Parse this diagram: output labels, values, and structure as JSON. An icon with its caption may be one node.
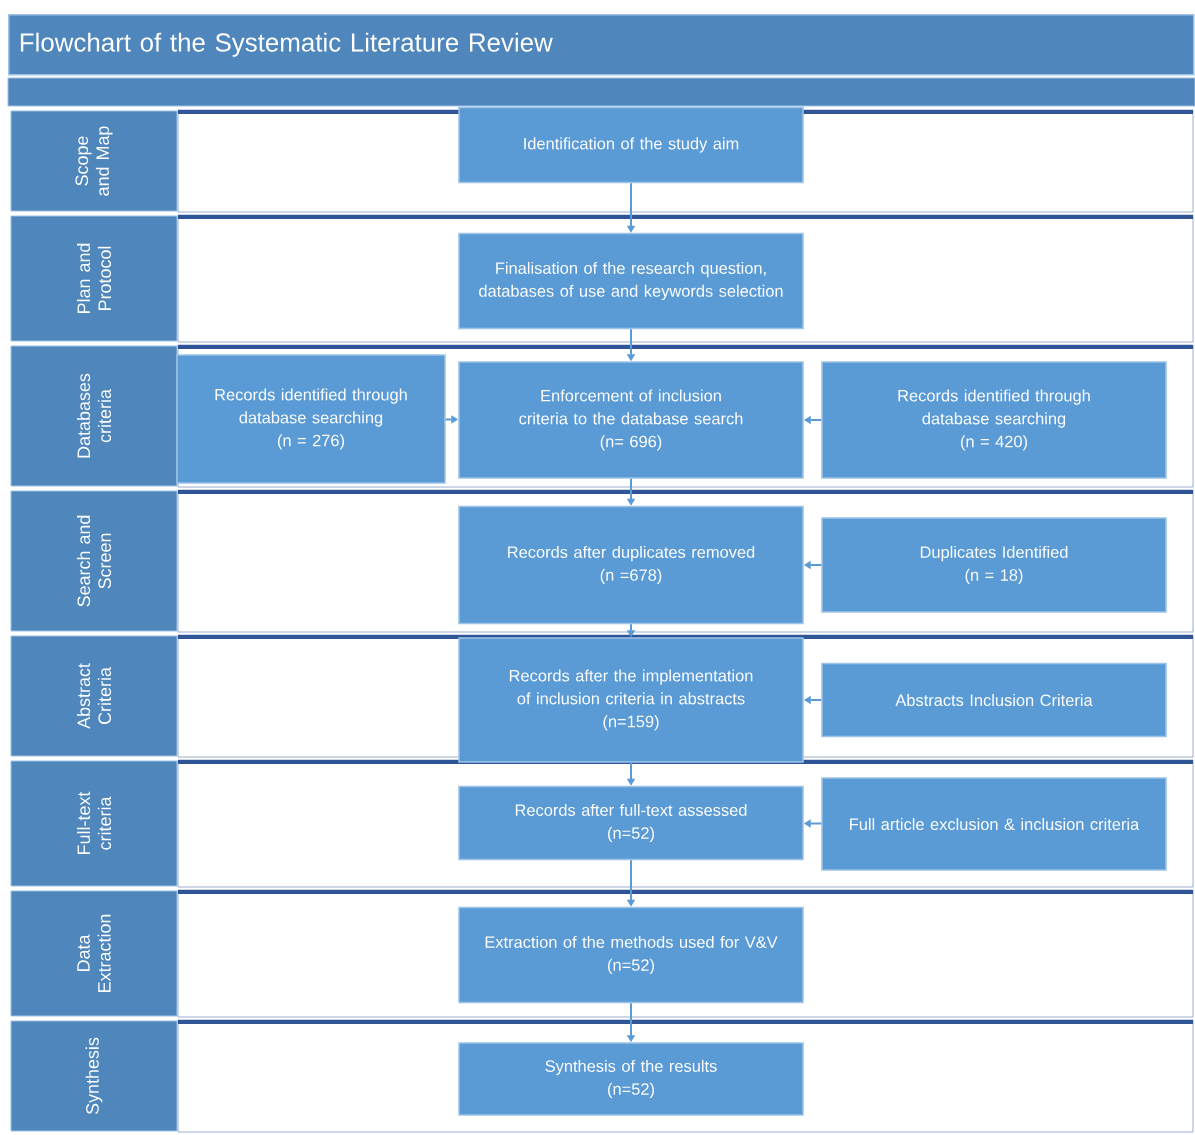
{
  "diagram": {
    "title": "Flowchart of the Systematic Literature Review",
    "nodes": [
      {
        "text": [
          "Scope and Map"
        ]
      },
      {
        "text": [
          "Identification of the study aim"
        ]
      },
      {
        "text": [
          "Plan and Protocol"
        ]
      },
      {
        "text": [
          "Finalisation of the research question, databases of use and keywords selection"
        ]
      },
      {
        "text": [
          "Databases criteria"
        ]
      },
      {
        "text": [
          "Records identified through database searching",
          "(n = 276)"
        ]
      },
      {
        "text": [
          "Enforcement of inclusion criteria to the database search",
          "(n= 696)"
        ]
      },
      {
        "text": [
          "Records identified through database searching",
          "(n = 420)"
        ]
      },
      {
        "text": [
          "Search and Screen"
        ]
      },
      {
        "text": [
          "Records after duplicates removed",
          "(n =678)"
        ]
      },
      {
        "text": [
          "Duplicates Identified",
          "(n = 18)"
        ]
      },
      {
        "text": [
          "Abstract Criteria"
        ]
      },
      {
        "text": [
          "Records after the implementation of inclusion criteria in abstracts",
          "(n=159)"
        ]
      },
      {
        "text": [
          "Abstracts Inclusion Criteria"
        ]
      },
      {
        "text": [
          "Full-text criteria"
        ]
      },
      {
        "text": [
          "Records after full-text assessed",
          "(n=52)"
        ]
      },
      {
        "text": [
          "Full article exclusion & inclusion criteria"
        ]
      },
      {
        "text": [
          "Data Extraction"
        ]
      },
      {
        "text": [
          "Extraction of the methods used for V&V",
          "(n=52)"
        ]
      },
      {
        "text": [
          "Synthesis"
        ]
      },
      {
        "text": [
          "Synthesis of the results",
          "(n=52)"
        ]
      }
    ],
    "edges": [
      {
        "from": 1,
        "to": 3,
        "arrow": "to"
      },
      {
        "from": 3,
        "to": 6,
        "arrow": "to"
      },
      {
        "from": 5,
        "to": 6,
        "arrow": "to"
      },
      {
        "from": 7,
        "to": 6,
        "arrow": "to"
      },
      {
        "from": 6,
        "to": 9,
        "arrow": "to"
      },
      {
        "from": 10,
        "to": 9,
        "arrow": "to"
      },
      {
        "from": 9,
        "to": 12,
        "arrow": "to"
      },
      {
        "from": 13,
        "to": 12,
        "arrow": "to"
      },
      {
        "from": 12,
        "to": 15,
        "arrow": "to"
      },
      {
        "from": 16,
        "to": 15,
        "arrow": "to"
      },
      {
        "from": 15,
        "to": 18,
        "arrow": "to"
      },
      {
        "from": 18,
        "to": 20,
        "arrow": "to"
      }
    ]
  }
}
